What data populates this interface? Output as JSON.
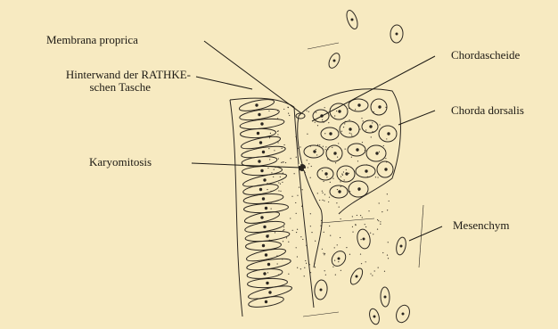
{
  "figure": {
    "background": "#f7eac1",
    "ink": "#2b2620",
    "labels": {
      "membrana_propria": "Membrana proprica",
      "hinterwand_line1": "Hinterwand der RATHKE-",
      "hinterwand_line2": "schen Tasche",
      "karyomitosis": "Karyomitosis",
      "chordascheide": "Chordascheide",
      "chorda_dorsalis": "Chorda dorsalis",
      "mesenchym": "Mesenchym"
    }
  }
}
